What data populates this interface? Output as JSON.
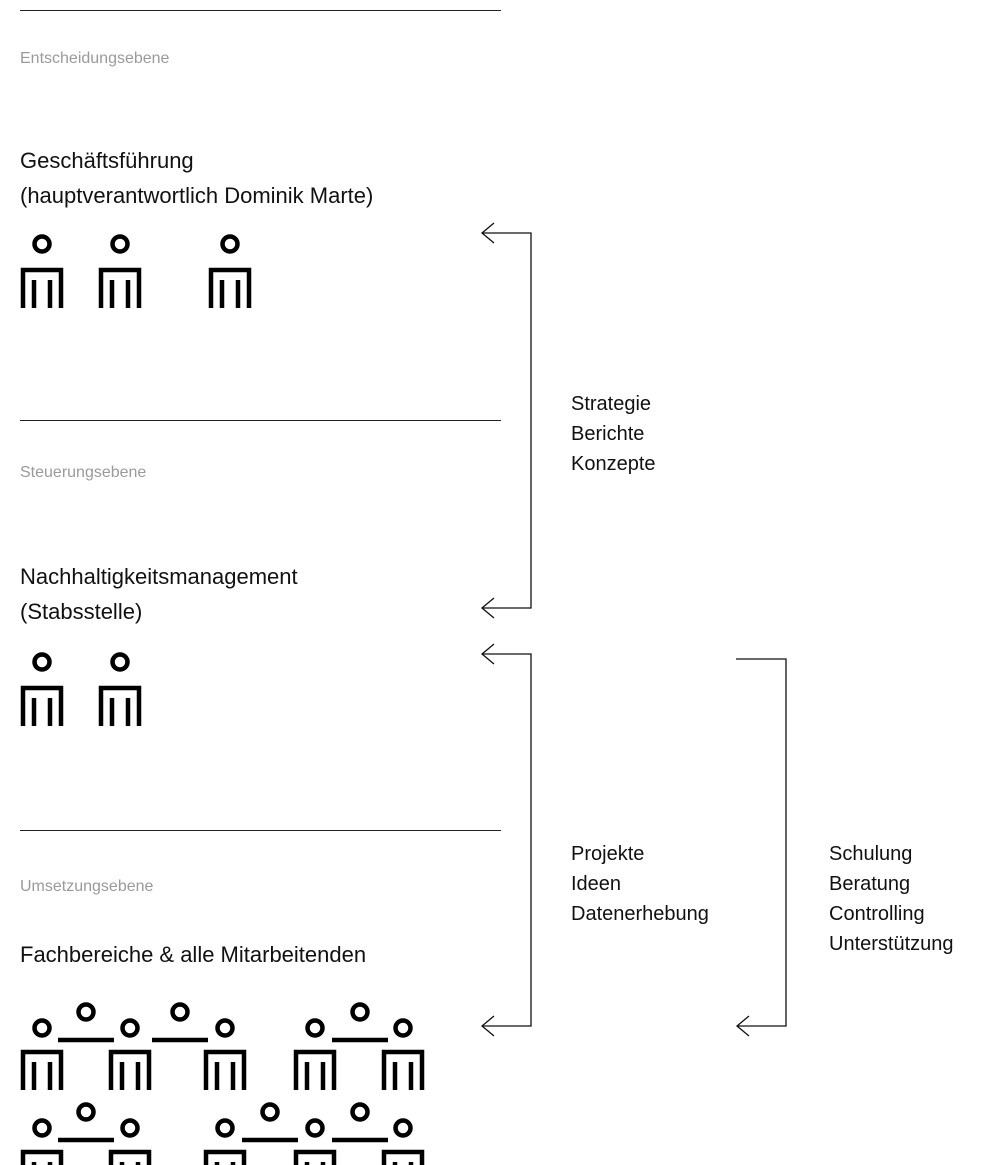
{
  "levels": [
    {
      "label": "Entscheidungsebene",
      "title_lines": [
        "Geschäftsführung",
        "(hauptverantwortlich Dominik Marte)"
      ]
    },
    {
      "label": "Steuerungsebene",
      "title_lines": [
        "Nachhaltigkeitsmanagement",
        "(Stabsstelle)"
      ]
    },
    {
      "label": "Umsetzungsebene",
      "title_lines": [
        "Fachbereiche & alle Mitarbeitenden"
      ]
    }
  ],
  "flows": {
    "strategy": [
      "Strategie",
      "Berichte",
      "Konzepte"
    ],
    "upward": [
      "Projekte",
      "Ideen",
      "Datenerhebung"
    ],
    "support": [
      "Schulung",
      "Beratung",
      "Controlling",
      "Unterstützung"
    ]
  },
  "people_counts": {
    "decision": 3,
    "steering": 2,
    "implementation": 18
  },
  "colors": {
    "line": "#111111",
    "level_label": "#9a9a9a",
    "text": "#111111"
  },
  "icon": "person-icon"
}
